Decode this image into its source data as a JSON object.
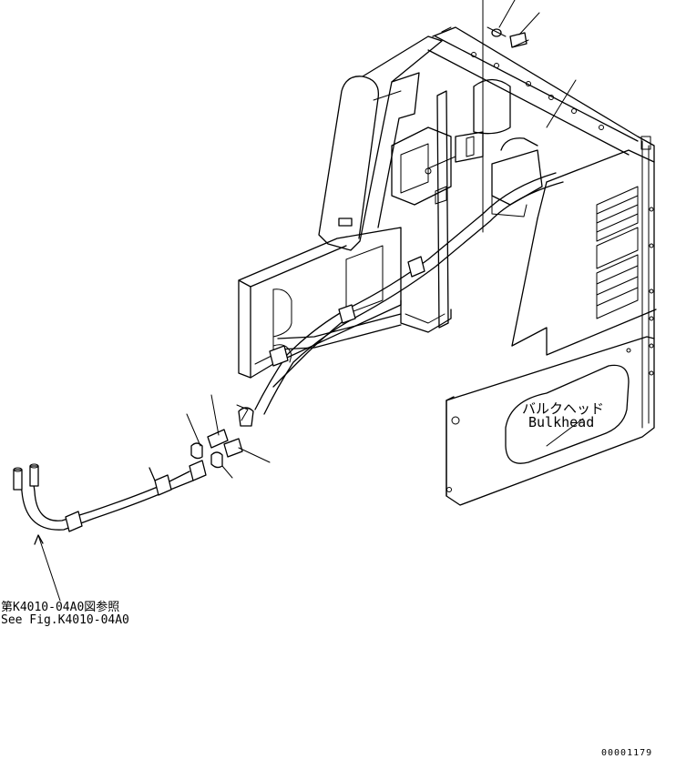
{
  "labels": {
    "bulkhead_jp": "バルクヘッド",
    "bulkhead_en": "Bulkhead",
    "reference_jp": "第K4010-04A0図参照",
    "reference_en": "See Fig.K4010-04A0",
    "page_number": "00001179"
  }
}
